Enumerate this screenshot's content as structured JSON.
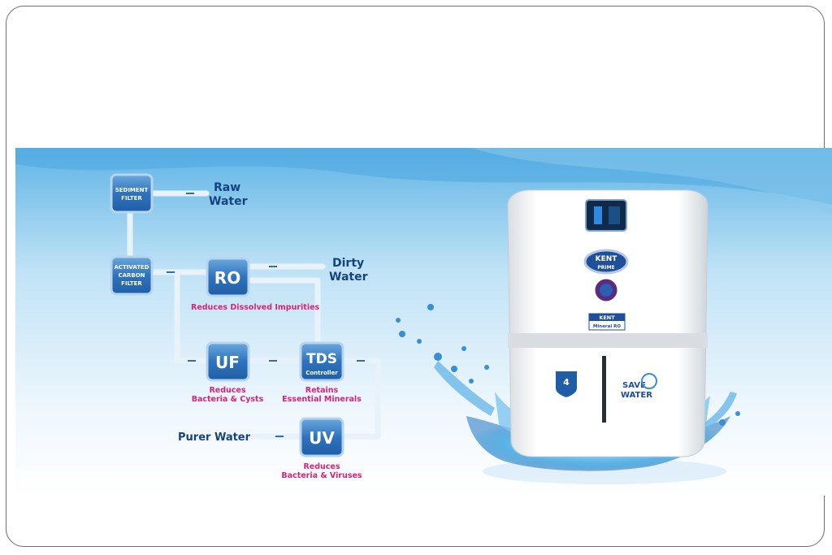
{
  "diagram": {
    "labels": {
      "raw_water_1": "Raw",
      "raw_water_2": "Water",
      "dirty_water_1": "Dirty",
      "dirty_water_2": "Water",
      "purer_water": "Purer Water"
    },
    "nodes": {
      "sediment_1": "SEDIMENT",
      "sediment_2": "FILTER",
      "carbon_1": "ACTIVATED",
      "carbon_2": "CARBON",
      "carbon_3": "FILTER",
      "ro": "RO",
      "uf": "UF",
      "tds": "TDS",
      "tds_sub": "Controller",
      "uv": "UV"
    },
    "captions": {
      "ro": "Reduces Dissolved Impurities",
      "uf_1": "Reduces",
      "uf_2": "Bacteria & Cysts",
      "tds_1": "Retains",
      "tds_2": "Essential Minerals",
      "uv_1": "Reduces",
      "uv_2": "Bacteria & Viruses"
    }
  },
  "product": {
    "brand_badge": "KENT",
    "brand_sub": "PRIME",
    "label_brand": "KENT",
    "label_model": "Mineral RO",
    "badge_number": "4",
    "save_water_1": "SAVE",
    "save_water_2": "WATER"
  },
  "colors": {
    "box_fill": "#3b82c8",
    "box_border": "#b7d4ee",
    "pipe": "#e8f2fb",
    "dark_text": "#15437f",
    "caption": "#d8237a"
  }
}
